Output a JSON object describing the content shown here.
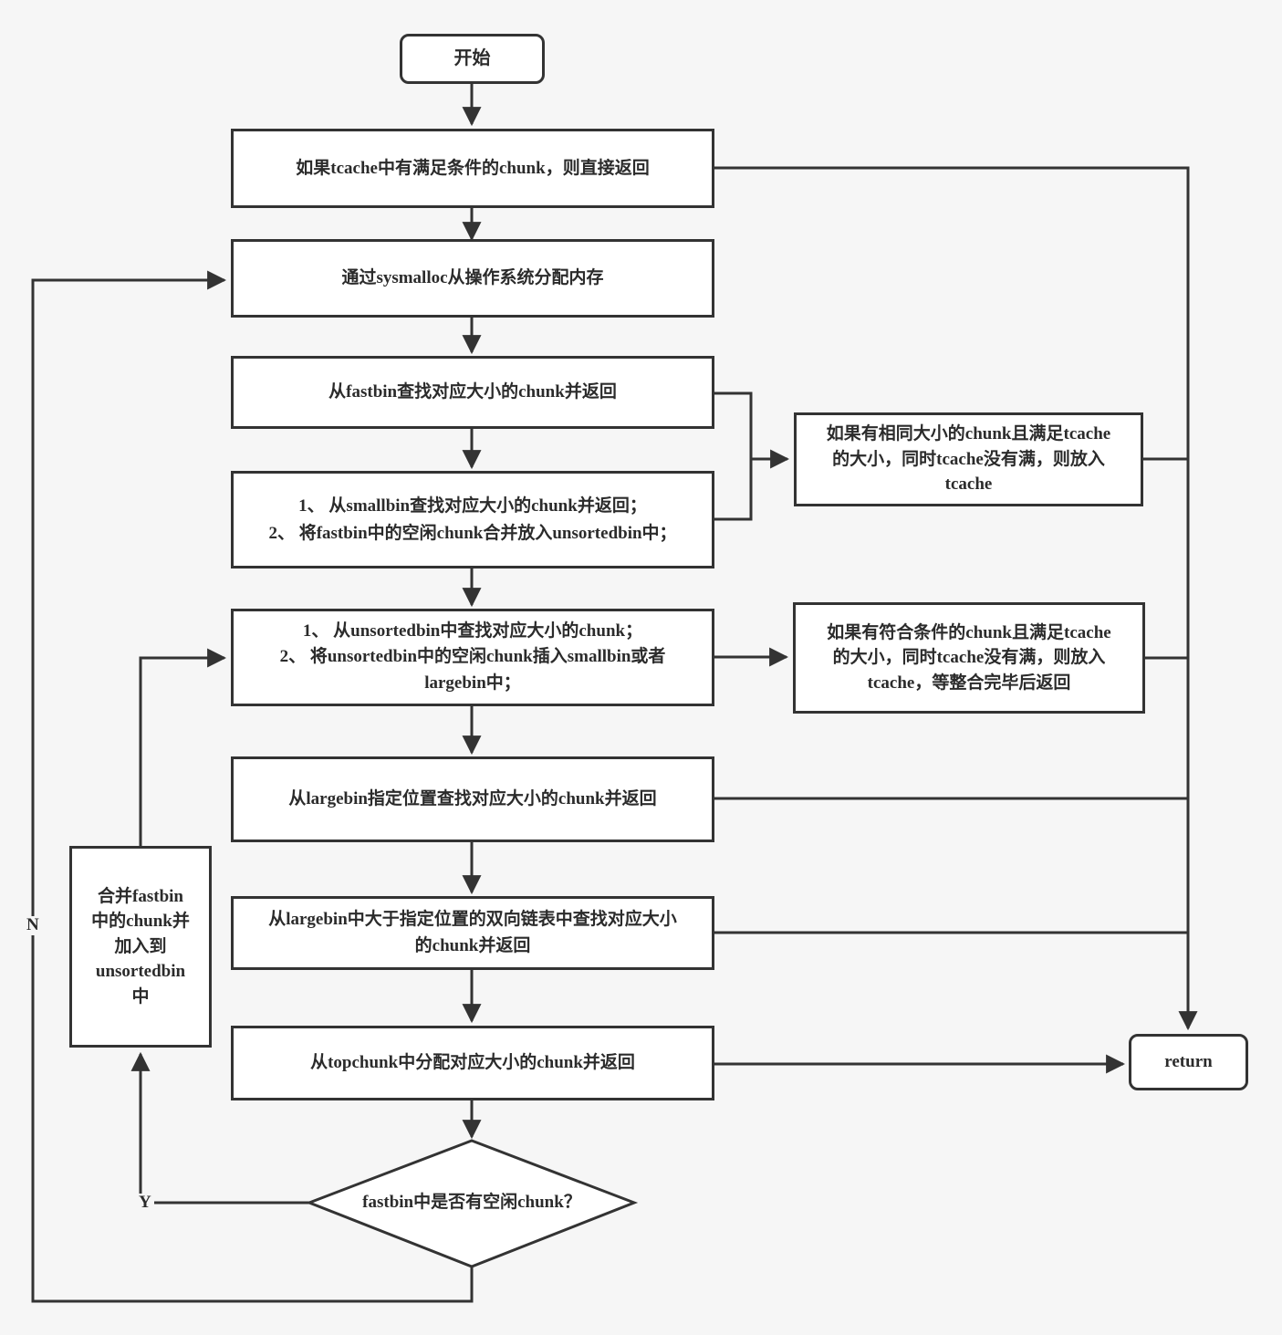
{
  "flowchart": {
    "start": {
      "label": "开始"
    },
    "tcache_check": {
      "label": "如果tcache中有满足条件的chunk，则直接返回"
    },
    "sysmalloc": {
      "label": "通过sysmalloc从操作系统分配内存"
    },
    "fastbin": {
      "label": "从fastbin查找对应大小的chunk并返回"
    },
    "smallbin": {
      "lines": [
        "1、 从smallbin查找对应大小的chunk并返回；",
        "2、 将fastbin中的空闲chunk合并放入unsortedbin中；"
      ]
    },
    "tcache_put_same": {
      "lines": [
        "如果有相同大小的chunk且满足tcache",
        "的大小，同时tcache没有满，则放入",
        "tcache"
      ]
    },
    "unsortedbin": {
      "lines": [
        "1、 从unsortedbin中查找对应大小的chunk；",
        "2、 将unsortedbin中的空闲chunk插入smallbin或者",
        "largebin中；"
      ]
    },
    "tcache_put_match": {
      "lines": [
        "如果有符合条件的chunk且满足tcache",
        "的大小，同时tcache没有满，则放入",
        "tcache，等整合完毕后返回"
      ]
    },
    "largebin_position": {
      "label": "从largebin指定位置查找对应大小的chunk并返回"
    },
    "largebin_linkedlist": {
      "lines": [
        "从largebin中大于指定位置的双向链表中查找对应大小",
        "的chunk并返回"
      ]
    },
    "topchunk": {
      "label": "从topchunk中分配对应大小的chunk并返回"
    },
    "fastbin_decision": {
      "label": "fastbin中是否有空闲chunk？"
    },
    "merge_fastbin": {
      "lines": [
        "合并fastbin",
        "中的chunk并",
        "加入到",
        "unsortedbin",
        "中"
      ]
    },
    "return_node": {
      "label": "return"
    },
    "branch_no": "N",
    "branch_yes": "Y",
    "colors": {
      "stroke": "#333333",
      "node_fill": "#ffffff",
      "background": "#f6f6f6",
      "text": "#2b2b2b"
    }
  }
}
